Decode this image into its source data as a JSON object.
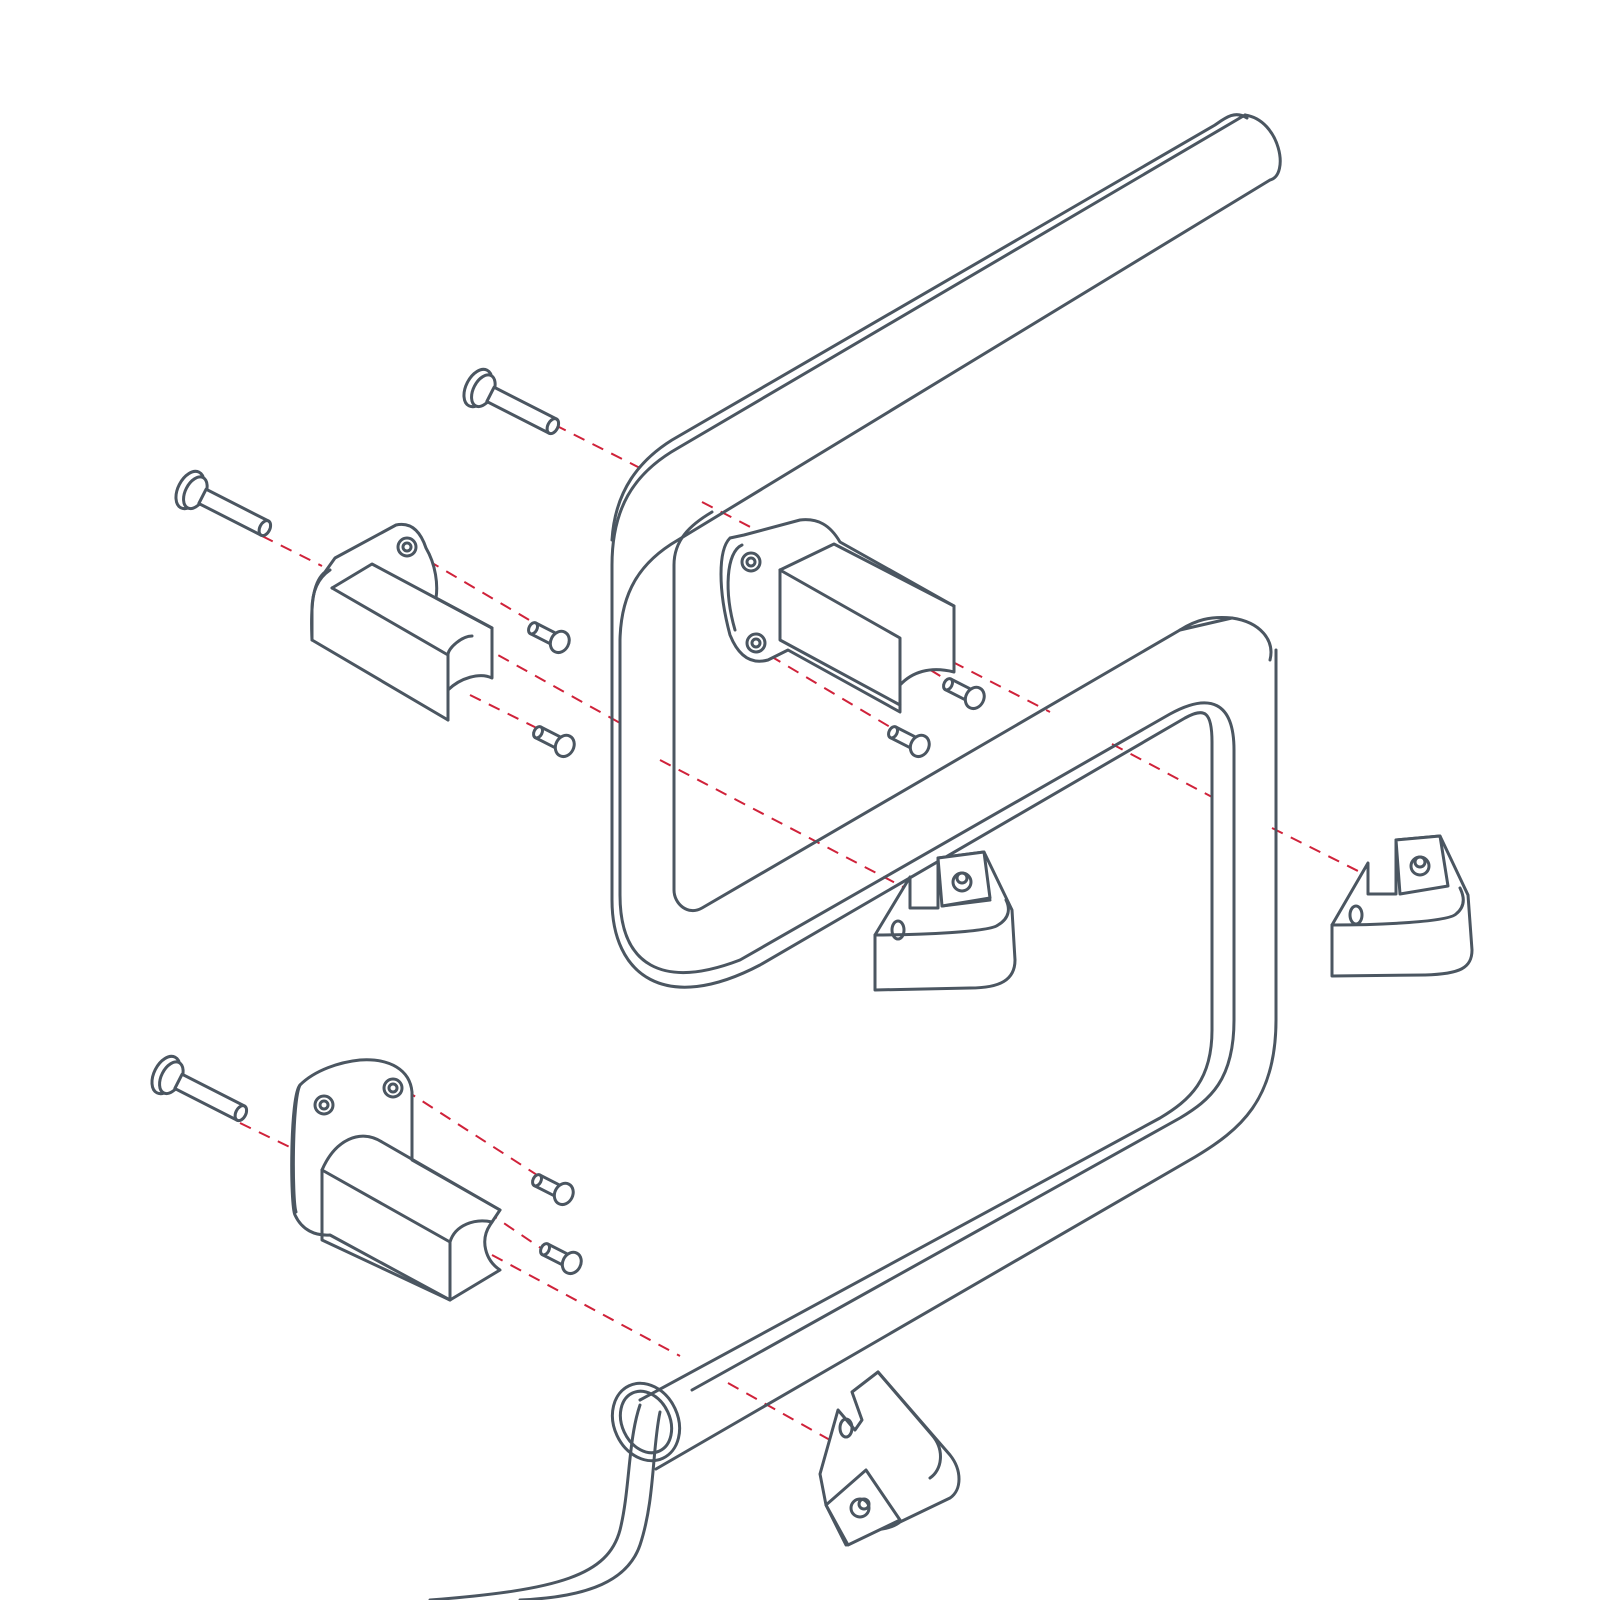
{
  "diagram": {
    "kind": "exploded-assembly",
    "style": "isometric line art",
    "colors": {
      "line": "#4b5661",
      "guide": "#d0223a",
      "background": "#ffffff",
      "fill": "#ffffff"
    },
    "parts": [
      {
        "name": "tube",
        "count": 1
      },
      {
        "name": "mounting-bracket",
        "count": 3
      },
      {
        "name": "long-bolt",
        "count": 3
      },
      {
        "name": "short-screw",
        "count": 6
      },
      {
        "name": "end-cap-clip",
        "count": 3
      },
      {
        "name": "cable",
        "count": 1
      }
    ]
  }
}
